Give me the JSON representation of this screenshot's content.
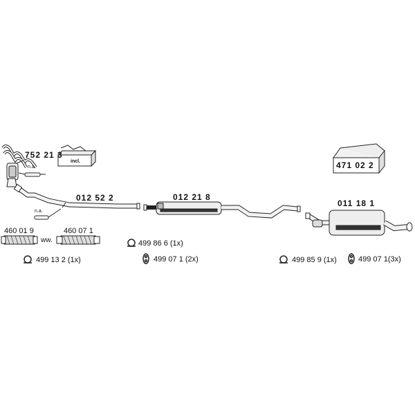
{
  "parts": {
    "manifold": "752 21 3",
    "manifold_box": "incl.",
    "front_pipe": "012 52 2",
    "middle_silencer": "012 21 8",
    "rear_silencer": "011 18 1",
    "kit_box": "471 02 2",
    "flex_pipe_a": "460 01 9",
    "flex_pipe_b": "460 07 1",
    "flex_separator": "ww.",
    "not_applicable_1": "n.a.",
    "not_applicable_2": "n.a."
  },
  "hardware": {
    "ring_front": "499 13 2 (1x)",
    "ring_middle": "499 86 6 (1x)",
    "rubber_middle": "499 07 1 (2x)",
    "ring_rear": "499 85 9 (1x)",
    "rubber_rear": "499 07 1(3x)"
  },
  "colors": {
    "line": "#222222",
    "pipe_fill": "#eeeeee",
    "dark_band": "#333333"
  }
}
